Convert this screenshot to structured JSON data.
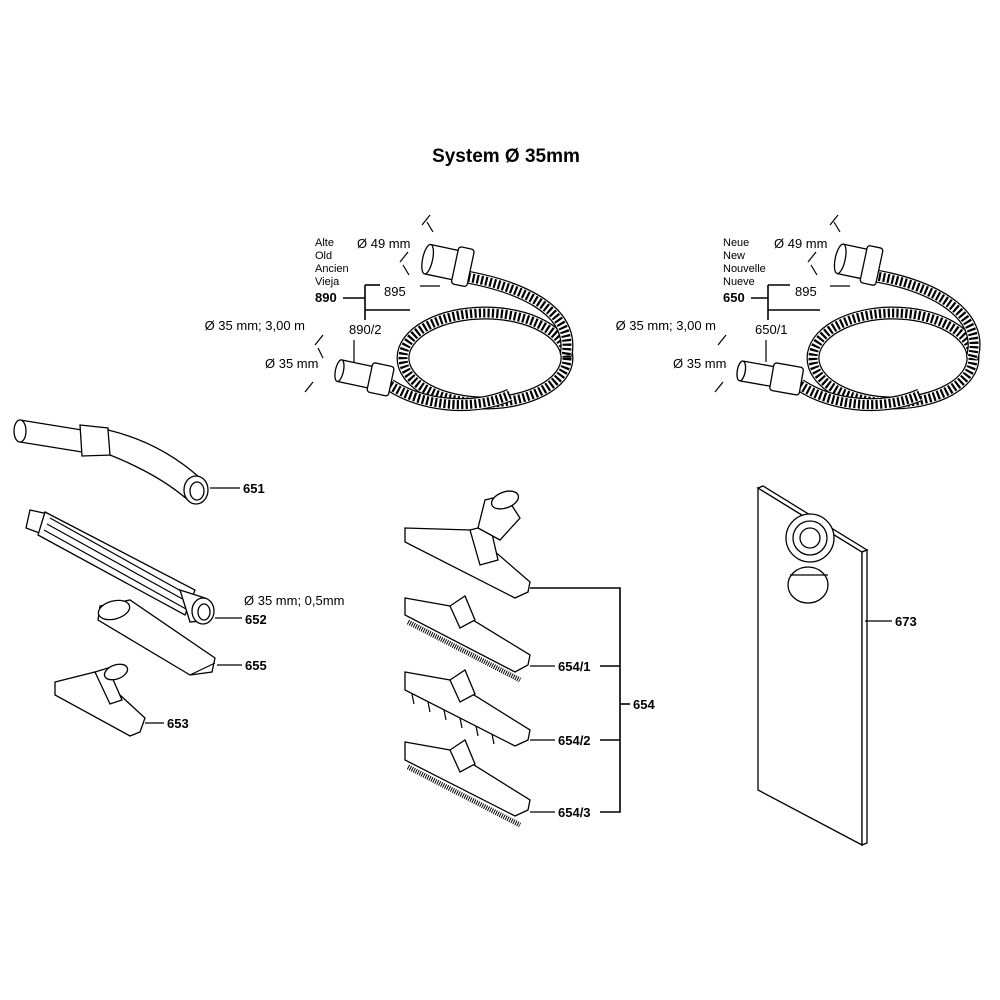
{
  "title": "System Ø 35mm",
  "hose_old": {
    "variant_labels": [
      "Alte",
      "Old",
      "Ancien",
      "Vieja"
    ],
    "part_number": "890",
    "connector_number": "895",
    "hose_number": "890/2",
    "diameter_large": "Ø 49 mm",
    "diameter_small": "Ø 35 mm",
    "hose_spec": "Ø 35 mm; 3,00 m"
  },
  "hose_new": {
    "variant_labels": [
      "Neue",
      "New",
      "Nouvelle",
      "Nueve"
    ],
    "part_number": "650",
    "connector_number": "895",
    "hose_number": "650/1",
    "diameter_large": "Ø 49 mm",
    "diameter_small": "Ø 35 mm",
    "hose_spec": "Ø 35 mm; 3,00 m"
  },
  "parts": {
    "bent_tube": "651",
    "extension_tube": "652",
    "extension_spec": "Ø 35 mm; 0,5mm",
    "floor_nozzle_small": "653",
    "crevice_nozzle": "655",
    "floor_nozzle_set": "654",
    "nozzle_insert_1": "654/1",
    "nozzle_insert_2": "654/2",
    "nozzle_insert_3": "654/3",
    "filter_bag": "673"
  }
}
